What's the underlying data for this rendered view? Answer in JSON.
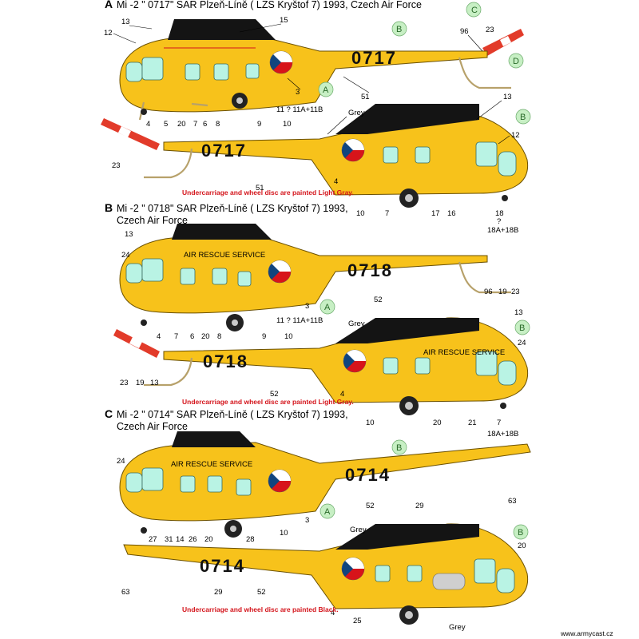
{
  "profiles": [
    {
      "letter": "A",
      "title_line1": "Mi -2  \" 0717\"  SAR  Plzeň-Líně ( LZS Kryštof 7) 1993,  Czech Air Force",
      "title_line2": "",
      "registration": "0717",
      "note": "Undercarriage and wheel disc are painted Light Gray.",
      "upper_badges": [
        "C",
        "B",
        "A",
        "D"
      ],
      "lower_badges": [
        "B"
      ],
      "upper_callouts": [
        "13",
        "12",
        "15",
        "96",
        "23",
        "51",
        "3",
        "4",
        "5",
        "20",
        "7",
        "6",
        "8",
        "9",
        "10",
        "11 ? 11A+11B"
      ],
      "lower_callouts": [
        "Grey",
        "13",
        "12",
        "23",
        "51",
        "4",
        "10",
        "7",
        "17",
        "16",
        "18",
        "?",
        "18A+18B"
      ]
    },
    {
      "letter": "B",
      "title_line1": "Mi -2  \" 0718\"  SAR  Plzeň-Líně ( LZS Kryštof 7) 1993,",
      "title_line2": "Czech Air Force",
      "registration": "0718",
      "note": "Undercarriage and wheel disc are painted Light Gray.",
      "upper_badges": [
        "A"
      ],
      "lower_badges": [
        "B"
      ],
      "upper_callouts": [
        "13",
        "24",
        "52",
        "96",
        "19",
        "23",
        "3",
        "4",
        "7",
        "6",
        "20",
        "8",
        "9",
        "10",
        "11 ? 11A+11B"
      ],
      "lower_callouts": [
        "Grey",
        "13",
        "24",
        "23",
        "19",
        "13",
        "52",
        "4",
        "10",
        "20",
        "21",
        "7",
        "18A+18B"
      ],
      "fuselage_text": "AIR RESCUE SERVICE"
    },
    {
      "letter": "C",
      "title_line1": "Mi -2  \" 0714\"  SAR  Plzeň-Líně ( LZS Kryštof 7) 1993,",
      "title_line2": "Czech Air Force",
      "registration": "0714",
      "note": "Undercarriage and wheel disc are painted Black.",
      "upper_badges": [
        "B",
        "A"
      ],
      "lower_badges": [
        "B"
      ],
      "upper_callouts": [
        "24",
        "52",
        "29",
        "63",
        "3",
        "27",
        "31",
        "14",
        "26",
        "20",
        "28",
        "10"
      ],
      "lower_callouts": [
        "Grey",
        "20",
        "63",
        "29",
        "52",
        "4",
        "25",
        "Grey"
      ],
      "fuselage_text": "AIR RESCUE SERVICE"
    }
  ],
  "site": "www.armycast.cz",
  "colors": {
    "body_yellow": "#f7c21b",
    "canopy_top": "#141414",
    "window_mint": "#b9f3e4",
    "note_red": "#d4141b",
    "badge_green": "#c7efc4",
    "roundel_red": "#d7141a",
    "roundel_blue": "#11457e"
  }
}
